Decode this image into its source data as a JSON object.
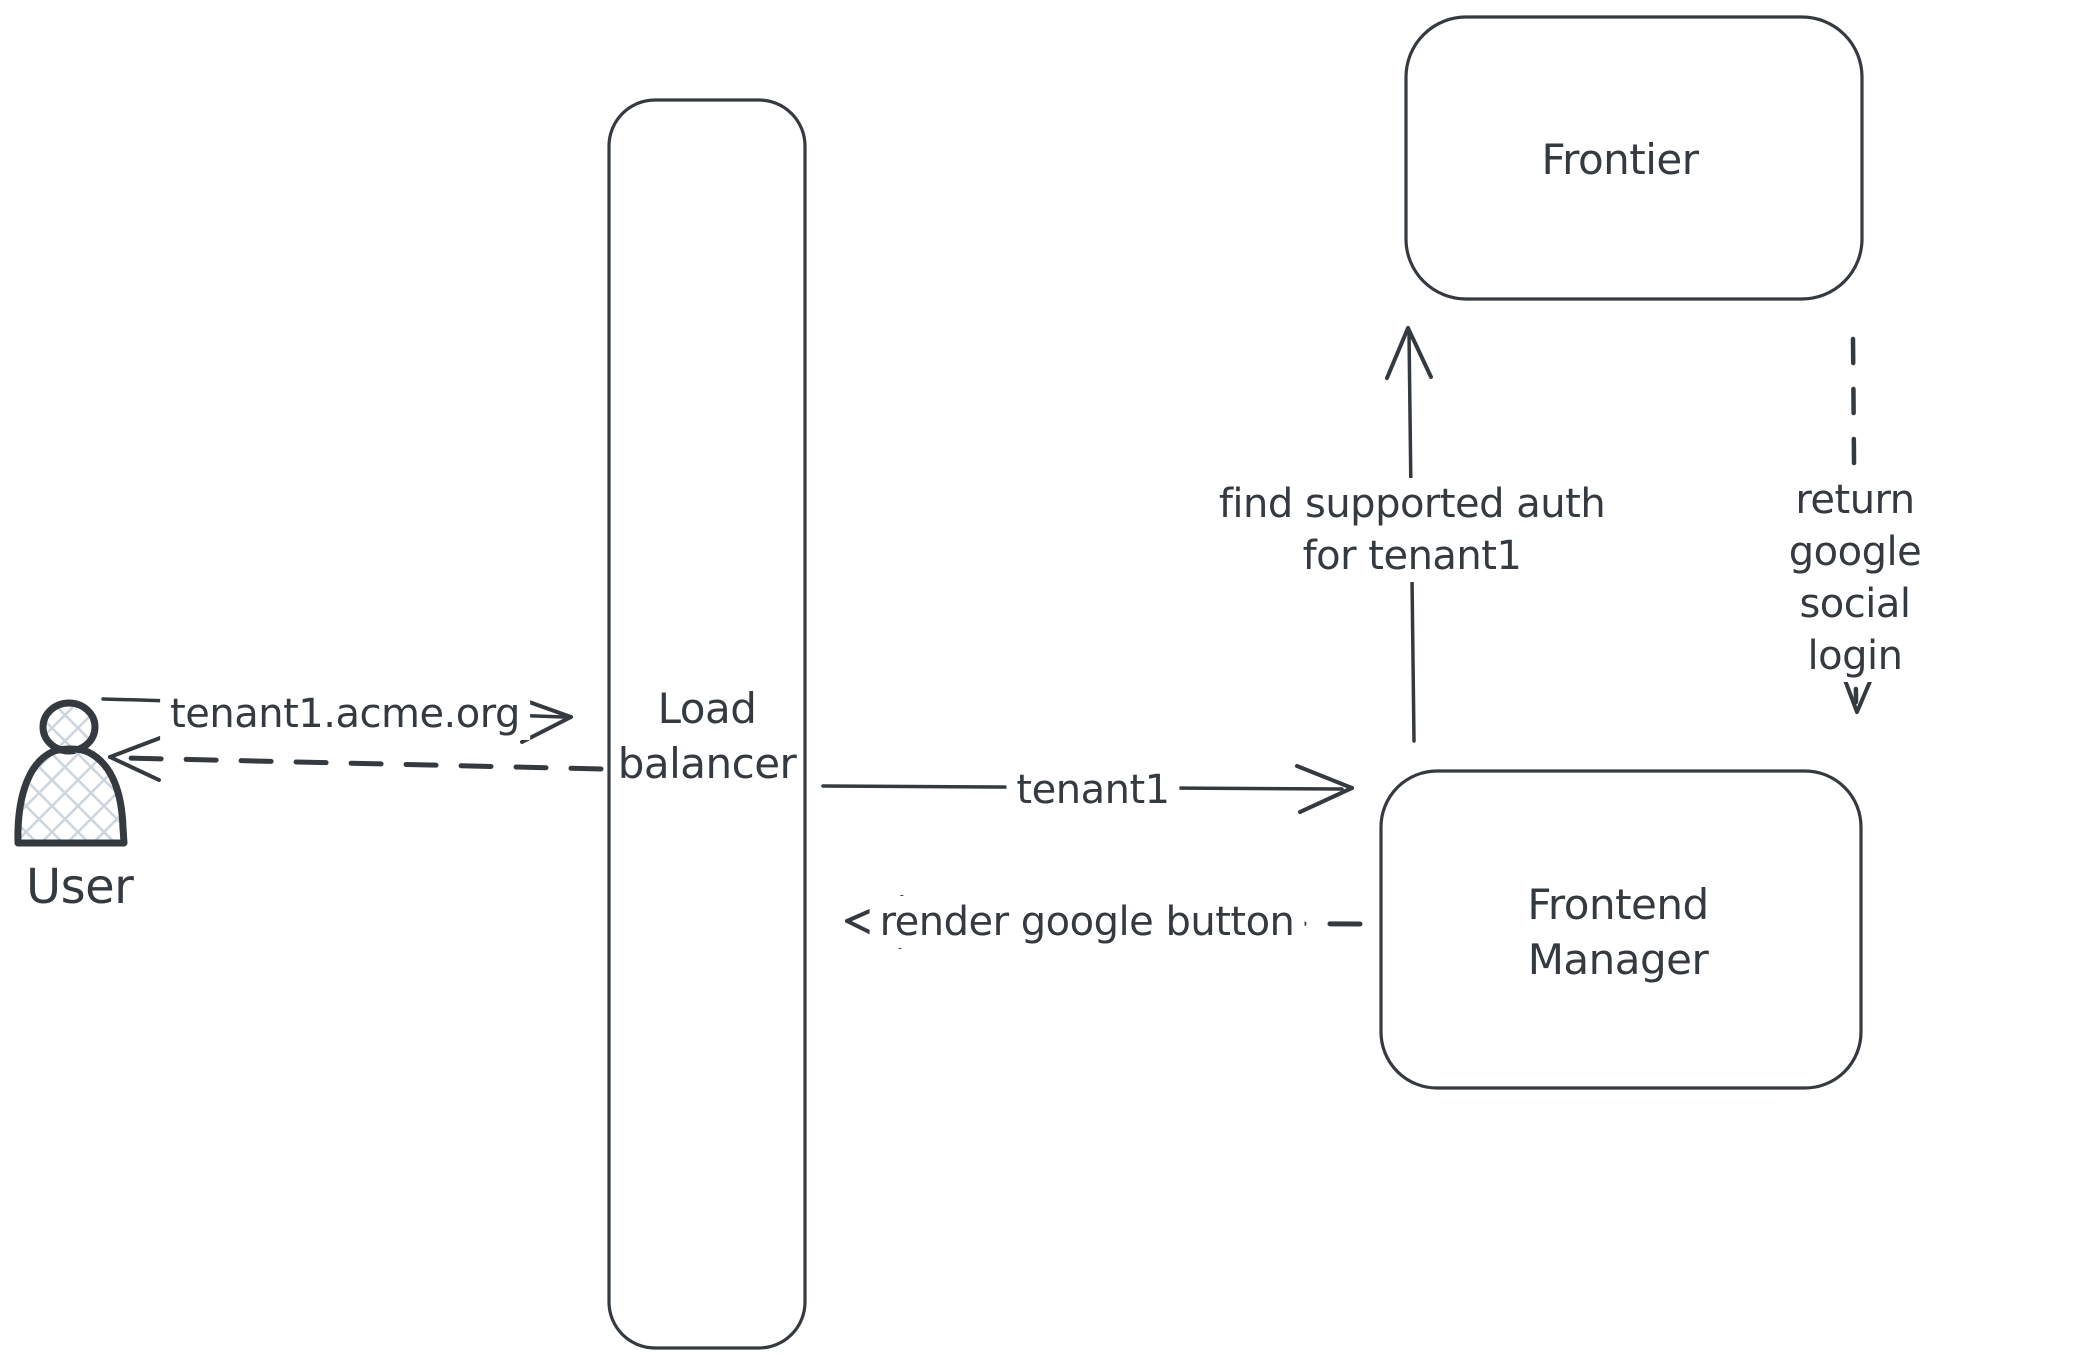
{
  "diagram": {
    "type": "sequence-architecture-sketch",
    "background": "#ffffff",
    "stroke_color": "#343a40",
    "hatch_fill_color": "#ccd5de",
    "actors": {
      "user": {
        "label": "User",
        "icon": "person-icon"
      },
      "load_balancer": {
        "label": "Load\nbalancer",
        "shape": "tall-rounded-rect"
      },
      "frontier": {
        "label": "Frontier",
        "shape": "rounded-rect"
      },
      "frontend_manager": {
        "label": "Frontend\nManager",
        "shape": "rounded-rect"
      }
    },
    "messages": {
      "user_to_lb": {
        "label": "tenant1.acme.org",
        "style": "solid",
        "direction": "right",
        "from": "user",
        "to": "load_balancer"
      },
      "lb_to_user": {
        "label": "",
        "style": "dashed",
        "direction": "left",
        "from": "load_balancer",
        "to": "user"
      },
      "lb_to_fm": {
        "label": "tenant1",
        "style": "solid",
        "direction": "right",
        "from": "load_balancer",
        "to": "frontend_manager"
      },
      "fm_to_lb": {
        "label": "render google button",
        "style": "dashed",
        "direction": "left",
        "from": "frontend_manager",
        "to": "load_balancer"
      },
      "fm_to_frontier": {
        "label": "find supported auth\nfor tenant1",
        "style": "solid",
        "direction": "up",
        "from": "frontend_manager",
        "to": "frontier"
      },
      "frontier_to_fm": {
        "label": "return google social\nlogin",
        "style": "dashed",
        "direction": "down",
        "from": "frontier",
        "to": "frontend_manager"
      }
    }
  }
}
